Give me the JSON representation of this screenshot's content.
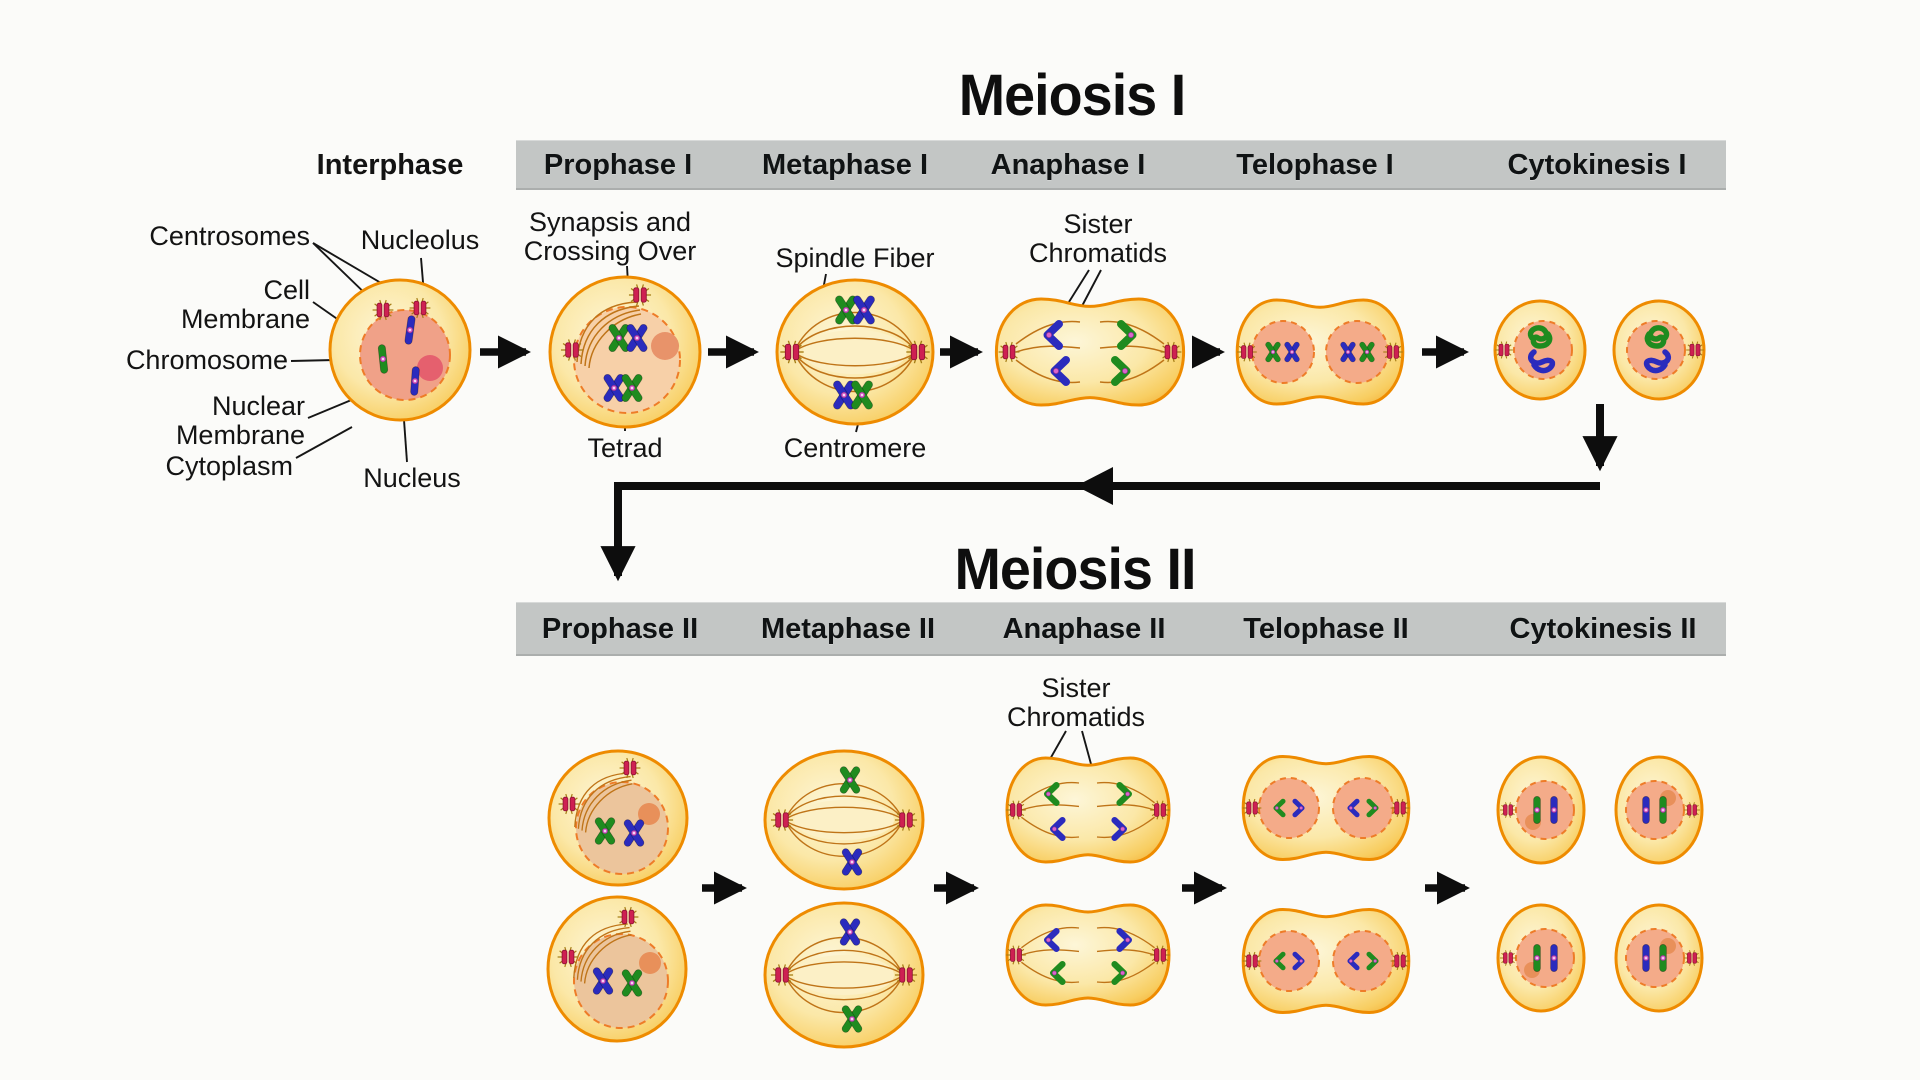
{
  "titles": {
    "meiosis1": "Meiosis I",
    "meiosis2": "Meiosis II"
  },
  "row1": {
    "interphase_label": "Interphase",
    "phases": [
      "Prophase I",
      "Metaphase I",
      "Anaphase I",
      "Telophase I",
      "Cytokinesis I"
    ]
  },
  "row2": {
    "phases": [
      "Prophase II",
      "Metaphase II",
      "Anaphase II",
      "Telophase II",
      "Cytokinesis II"
    ]
  },
  "annotations": {
    "centrosomes": "Centrosomes",
    "nucleolus": "Nucleolus",
    "cell_membrane": "Cell\nMembrane",
    "chromosome": "Chromosome",
    "nuclear_membrane": "Nuclear\nMembrane",
    "cytoplasm": "Cytoplasm",
    "nucleus": "Nucleus",
    "synapsis": "Synapsis and\nCrossing Over",
    "tetrad": "Tetrad",
    "spindle_fiber": "Spindle Fiber",
    "centromere": "Centromere",
    "sister_chromatids_1": "Sister\nChromatids",
    "sister_chromatids_2": "Sister\nChromatids"
  },
  "colors": {
    "header_bar_gray": "#c3c6c5",
    "cell_body_yellow": "#f8ce62",
    "cell_membrane_orange": "#ee8b00",
    "nucleus_pink": "#f4ab89",
    "chromosome_blue": "#2b2bbd",
    "chromosome_green": "#1f8b1f",
    "centrosome_red": "#ce2052",
    "centromere_magenta": "#da66cc",
    "arrow_black": "#0d0d0d"
  }
}
